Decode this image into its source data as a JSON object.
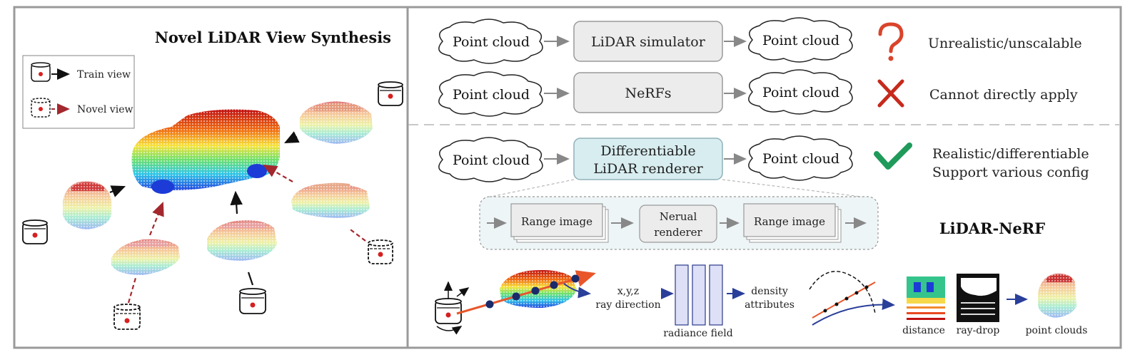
{
  "left_panel": {
    "title": "Novel LiDAR View Synthesis",
    "legend": {
      "train": "Train view",
      "novel": "Novel view"
    }
  },
  "rows": [
    {
      "input": "Point cloud",
      "method": "LiDAR simulator",
      "output": "Point cloud",
      "verdict_icon": "question-mark-icon",
      "verdict": "Unrealistic/unscalable"
    },
    {
      "input": "Point cloud",
      "method": "NeRFs",
      "output": "Point cloud",
      "verdict_icon": "cross-icon",
      "verdict": "Cannot directly apply"
    },
    {
      "input": "Point cloud",
      "method_line1": "Differentiable",
      "method_line2": "LiDAR renderer",
      "output": "Point cloud",
      "verdict_icon": "check-icon",
      "verdict_line1": "Realistic/differentiable",
      "verdict_line2": "Support various config"
    }
  ],
  "pipeline": {
    "range_in": "Range image",
    "renderer_line1": "Nerual",
    "renderer_line2": "renderer",
    "range_out": "Range image",
    "name": "LiDAR-NeRF"
  },
  "bottom": {
    "inputs_line1": "x,y,z",
    "inputs_line2": "ray direction",
    "field": "radiance field",
    "outputs_line1": "density",
    "outputs_line2": "attributes",
    "distance": "distance",
    "raydrop": "ray-drop",
    "pointclouds": "point clouds"
  },
  "colors": {
    "question": "#d9442b",
    "cross": "#c62a1c",
    "check": "#1f9a5a",
    "novel_arrow": "#a3282e",
    "ray": "#e8562a",
    "bottom_arrow": "#2a3f99"
  }
}
